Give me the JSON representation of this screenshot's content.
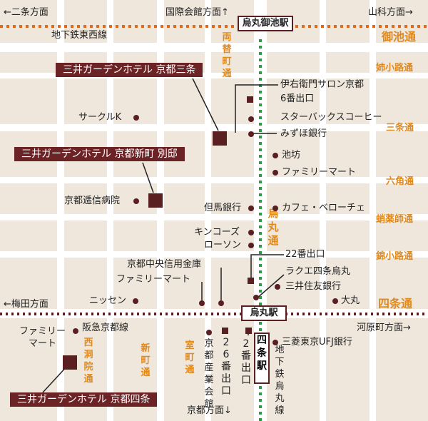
{
  "directions": {
    "nijo": "←二条方面",
    "kokusai": "国際会館方面↑",
    "yamashina": "山科方面→",
    "umeda": "←梅田方面",
    "kawaramachi": "河原町方面→",
    "kyoto": "京都方面↓"
  },
  "lines": {
    "tozai": "地下鉄東西線",
    "hankyu": "阪急京都線",
    "karasuma_subway": "地下鉄烏丸線"
  },
  "stations": {
    "oike": "烏丸御池駅",
    "karasuma": "烏丸駅",
    "shijo": "四条駅"
  },
  "streets_h": {
    "oike": "御池通",
    "anekoji": "姉小路通",
    "sanjo": "三条通",
    "rokkaku": "六角通",
    "takoyakushi": "蛸薬師通",
    "nishikikoji": "錦小路通",
    "shijo": "四条通"
  },
  "streets_v": {
    "ryogae": "両替町通",
    "karasuma": "烏丸通",
    "nishinotoin": "西洞院通",
    "shinmachi": "新町通",
    "muromachi": "室町通"
  },
  "hotels": {
    "sanjo": "三井ガーデンホテル 京都三条",
    "shinmachi": "三井ガーデンホテル 京都新町 別邸",
    "shijo": "三井ガーデンホテル 京都四条"
  },
  "pois": {
    "iemon": "伊右衛門サロン京都",
    "exit6": "6番出口",
    "circlek": "サークルK",
    "starbucks": "スターバックスコーヒー",
    "mizuho": "みずほ銀行",
    "ikenobo": "池坊",
    "familymart1": "ファミリーマート",
    "teishin": "京都逓信病院",
    "tajima": "但馬銀行",
    "cafe": "カフェ・ベローチェ",
    "kinkos": "キンコーズ",
    "lawson": "ローソン",
    "exit22": "22番出口",
    "chuo": "京都中央信用金庫",
    "familymart2": "ファミリーマート",
    "laqua": "ラクエ四条烏丸",
    "sumitomo": "三井住友銀行",
    "nissen": "ニッセン",
    "daimaru": "大丸",
    "familymart3a": "ファミリー",
    "familymart3b": "マート",
    "sangyo": "京都産業会館",
    "exit26": "26番出口",
    "exit2": "2番出口",
    "ufj": "三菱東京UFJ銀行"
  },
  "colors": {
    "background": "#efe6dc",
    "road": "#ffffff",
    "marker": "#5a1f20",
    "street_label": "#e08a1e",
    "subway_line": "#2e9a47",
    "rail_line": "#e06a1c"
  }
}
